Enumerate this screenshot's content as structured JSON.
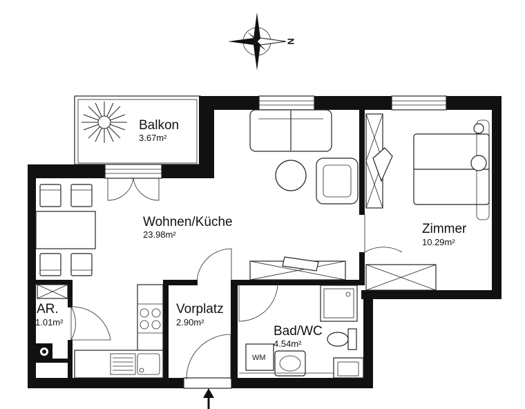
{
  "compass": {
    "north_label": "N"
  },
  "rooms": {
    "balkon": {
      "name": "Balkon",
      "area": "3.67m²"
    },
    "wohnen": {
      "name": "Wohnen/Küche",
      "area": "23.98m²"
    },
    "zimmer": {
      "name": "Zimmer",
      "area": "10.29m²"
    },
    "ar": {
      "name": "AR.",
      "area": "1.01m²"
    },
    "vorplatz": {
      "name": "Vorplatz",
      "area": "2.90m²"
    },
    "bad": {
      "name": "Bad/WC",
      "area": "4.54m²"
    }
  },
  "fixtures": {
    "washing_machine_label": "WM"
  },
  "colors": {
    "wall": "#111111",
    "line": "#222222",
    "background": "#ffffff"
  }
}
